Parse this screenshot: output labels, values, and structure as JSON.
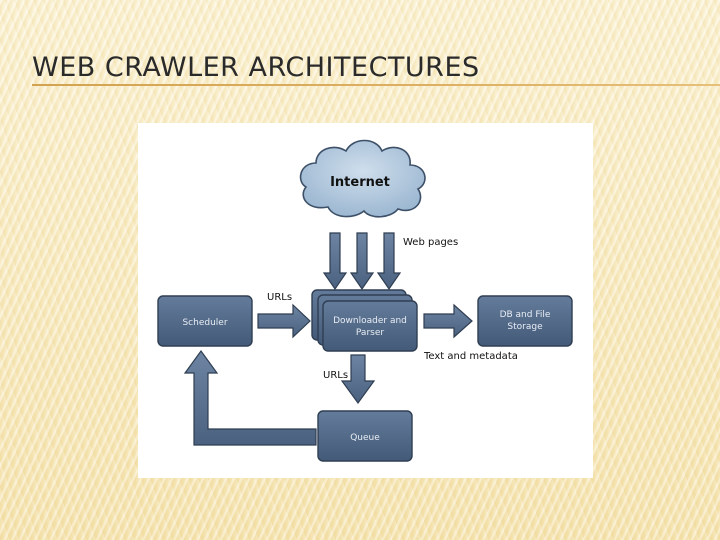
{
  "slide": {
    "title": "WEB CRAWLER ARCHITECTURES",
    "accent_color": "#d2a350",
    "background_color": "#f8ecc2"
  },
  "diagram": {
    "box_color": "#4e6584",
    "cloud_color": "#a8c1d9",
    "nodes": {
      "internet": "Internet",
      "scheduler": "Scheduler",
      "downloader": [
        "Downloader and",
        "Parser"
      ],
      "storage": [
        "DB and File",
        "Storage"
      ],
      "queue": "Queue"
    },
    "edge_labels": {
      "web_pages": "Web pages",
      "urls_in": "URLs",
      "text_metadata": "Text and metadata",
      "urls_out": "URLs"
    }
  }
}
